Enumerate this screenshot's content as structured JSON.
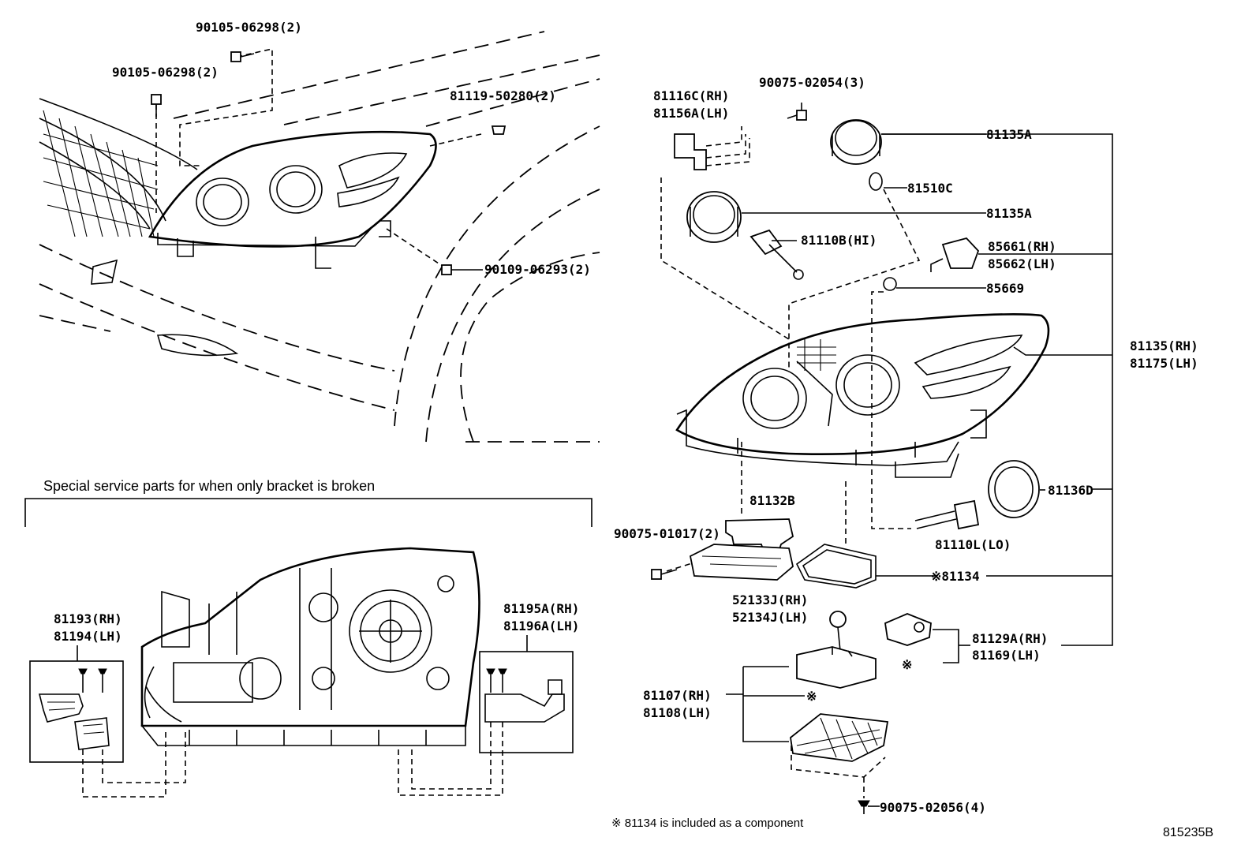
{
  "diagram_id": "815235B",
  "special_service_title": "Special service parts for when only bracket is broken",
  "footnote": "※ 81134 is included as a component",
  "asterisk": "※",
  "labels": {
    "p90105_top": "90105-06298(2)",
    "p90105_left": "90105-06298(2)",
    "p81119": "81119-50280(2)",
    "p90109": "90109-06293(2)",
    "p81116": "81116C(RH)",
    "p81156": "81156A(LH)",
    "p90075_02054": "90075-02054(3)",
    "p81135A_top": "81135A",
    "p81510C": "81510C",
    "p81135A_mid": "81135A",
    "p81110B": "81110B(HI)",
    "p85661": "85661(RH)",
    "p85662": "85662(LH)",
    "p85669": "85669",
    "p81135": "81135(RH)",
    "p81175": "81175(LH)",
    "p81136D": "81136D",
    "p81132B": "81132B",
    "p90075_01017": "90075-01017(2)",
    "p81110L": "81110L(LO)",
    "p81134": "※81134",
    "p52133J": "52133J(RH)",
    "p52134J": "52134J(LH)",
    "p81129A": "81129A(RH)",
    "p81169": "81169(LH)",
    "p81107": "81107(RH)",
    "p81108": "81108(LH)",
    "p90075_02056": "90075-02056(4)",
    "p81193": "81193(RH)",
    "p81194": "81194(LH)",
    "p81195A": "81195A(RH)",
    "p81196A": "81196A(LH)"
  }
}
